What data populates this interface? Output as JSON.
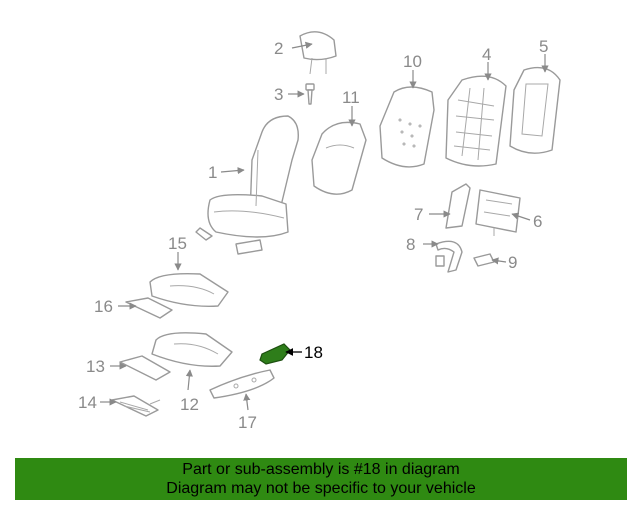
{
  "highlight": "18",
  "colors": {
    "banner": "#2f8a12",
    "highlight_part": "#2e7d1a",
    "line": "#9a9a9a"
  },
  "callouts": {
    "c1": "1",
    "c2": "2",
    "c3": "3",
    "c4": "4",
    "c5": "5",
    "c6": "6",
    "c7": "7",
    "c8": "8",
    "c9": "9",
    "c10": "10",
    "c11": "11",
    "c12": "12",
    "c13": "13",
    "c14": "14",
    "c15": "15",
    "c16": "16",
    "c17": "17",
    "c18": "18"
  },
  "banner": {
    "line1": "Part or sub-assembly is #18 in diagram",
    "line2": "Diagram may not be specific to your vehicle"
  }
}
